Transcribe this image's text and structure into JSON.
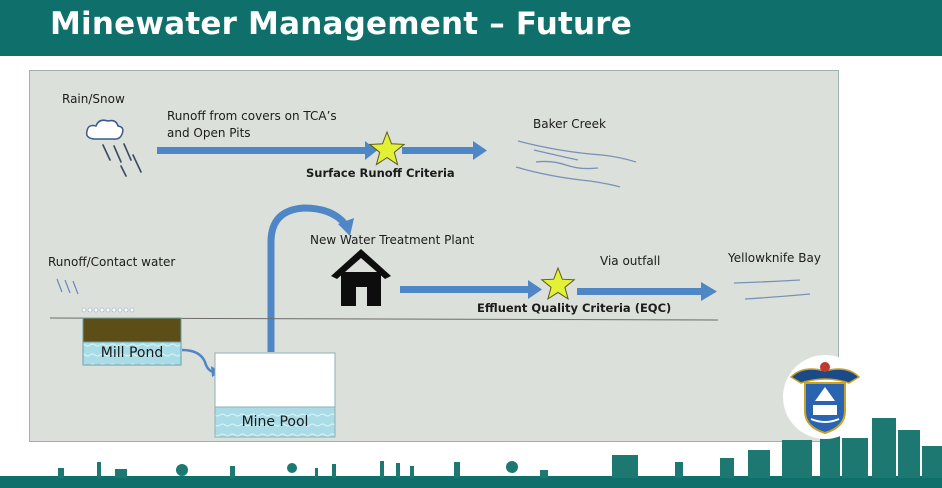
{
  "header": {
    "title": "Minewater Management – Future"
  },
  "diagram": {
    "rain_snow": "Rain/Snow",
    "runoff_covers_line1": "Runoff from covers on TCA’s",
    "runoff_covers_line2": "and Open Pits",
    "surface_runoff_criteria": "Surface Runoff Criteria",
    "baker_creek": "Baker Creek",
    "runoff_contact_water": "Runoff/Contact water",
    "new_water_treatment_plant": "New Water Treatment Plant",
    "via_outfall": "Via outfall",
    "yellowknife_bay": "Yellowknife Bay",
    "effluent_quality_criteria": "Effluent Quality Criteria (EQC)",
    "mill_pond": "Mill Pond",
    "mine_pool": "Mine Pool"
  },
  "icons": {
    "cloud": "cloud-icon",
    "house": "house-icon",
    "star": "star-icon",
    "crest": "city-crest-icon"
  },
  "colors": {
    "title_bar": "#0f6f6a",
    "arrow": "#4f86c6",
    "star": "#e2f135",
    "mill_pond": "#5c4e16",
    "water": "#a9dce6"
  }
}
